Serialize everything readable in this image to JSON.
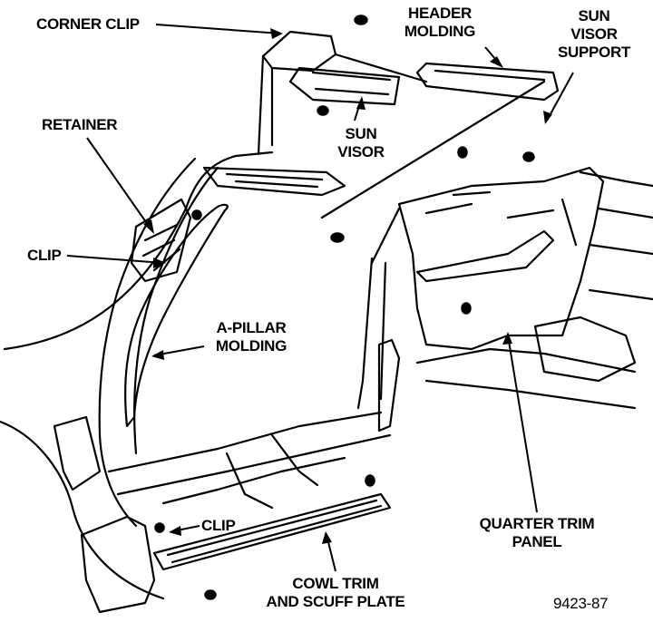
{
  "labels": {
    "corner_clip": "CORNER CLIP",
    "header_molding": [
      "HEADER",
      "MOLDING"
    ],
    "sun_visor_support": [
      "SUN",
      "VISOR",
      "SUPPORT"
    ],
    "retainer": "RETAINER",
    "sun_visor": [
      "SUN",
      "VISOR"
    ],
    "clip_upper": "CLIP",
    "a_pillar_molding": [
      "A-PILLAR",
      "MOLDING"
    ],
    "clip_lower": "CLIP",
    "quarter_trim_panel": [
      "QUARTER TRIM",
      "PANEL"
    ],
    "cowl_trim": [
      "COWL TRIM",
      "AND SCUFF PLATE"
    ]
  },
  "figure_number": "9423-87",
  "colors": {
    "line": "#000000",
    "background": "#ffffff"
  }
}
